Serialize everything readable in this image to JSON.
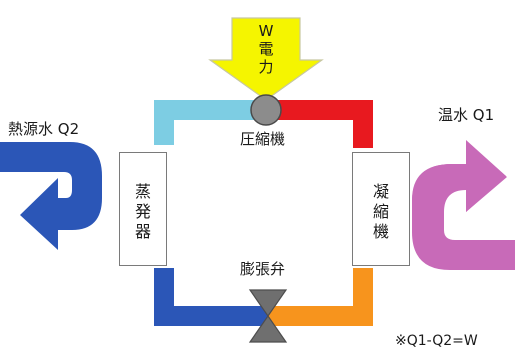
{
  "labels": {
    "power_w": "W",
    "power_1": "電",
    "power_2": "力",
    "compressor": "圧縮機",
    "expansion_valve": "膨張弁",
    "heat_source": "熱源水 Q2",
    "hot_water": "温水 Q1",
    "evaporator_1": "蒸",
    "evaporator_2": "発",
    "evaporator_3": "器",
    "condenser_1": "凝",
    "condenser_2": "縮",
    "condenser_3": "機",
    "formula": "※Q1-Q2=W"
  },
  "colors": {
    "power_arrow": "#f5f500",
    "light_blue": "#7dcde3",
    "red": "#e8191f",
    "orange": "#f7941d",
    "dark_blue": "#2b56b7",
    "magenta": "#c86ab8",
    "compressor": "#8c8c8c",
    "valve": "#6f6f6f"
  }
}
